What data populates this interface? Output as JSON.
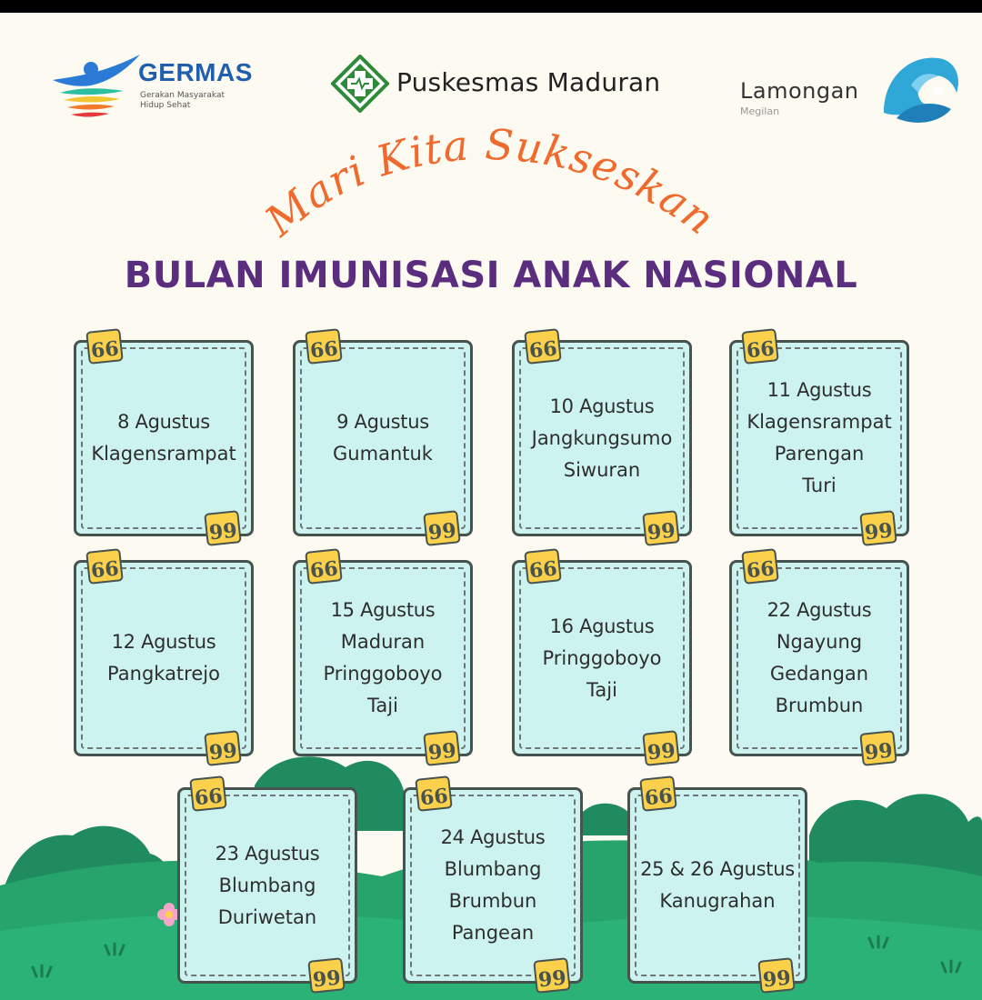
{
  "header": {
    "germas": {
      "title": "GERMAS",
      "subtitle_line1": "Gerakan Masyarakat",
      "subtitle_line2": "Hidup Sehat",
      "icon": "germas-figure-icon"
    },
    "puskesmas": {
      "name": "Puskesmas Maduran",
      "icon": "puskesmas-cross-icon"
    },
    "lamongan": {
      "name": "Lamongan",
      "subtitle": "Megilan",
      "icon": "lamongan-wave-icon"
    }
  },
  "tagline": "Mari Kita Sukseskan",
  "main_title": "BULAN IMUNISASI ANAK NASIONAL",
  "quote_open": "66",
  "quote_close": "99",
  "schedule": [
    {
      "date": "8 Agustus",
      "places": [
        "Klagensrampat"
      ]
    },
    {
      "date": "9 Agustus",
      "places": [
        "Gumantuk"
      ]
    },
    {
      "date": "10 Agustus",
      "places": [
        "Jangkungsumo",
        "Siwuran"
      ]
    },
    {
      "date": "11 Agustus",
      "places": [
        "Klagensrampat",
        "Parengan",
        "Turi"
      ]
    },
    {
      "date": "12 Agustus",
      "places": [
        "Pangkatrejo"
      ]
    },
    {
      "date": "15 Agustus",
      "places": [
        "Maduran",
        "Pringgoboyo",
        "Taji"
      ]
    },
    {
      "date": "16 Agustus",
      "places": [
        "Pringgoboyo",
        "Taji"
      ]
    },
    {
      "date": "22 Agustus",
      "places": [
        "Ngayung",
        "Gedangan",
        "Brumbun"
      ]
    },
    {
      "date": "23 Agustus",
      "places": [
        "Blumbang",
        "Duriwetan"
      ]
    },
    {
      "date": "24 Agustus",
      "places": [
        "Blumbang",
        "Brumbun",
        "Pangean"
      ]
    },
    {
      "date": "25 & 26 Agustus",
      "places": [
        "Kanugrahan"
      ]
    }
  ],
  "colors": {
    "background": "#fdfaf2",
    "card_fill": "#cdf3f1",
    "quote_badge": "#fbd14b",
    "title_purple": "#5b2d7e",
    "tagline_orange": "#ef6a2c",
    "hill_green": "#27a36c",
    "bush_dark_green": "#1f8b5f"
  }
}
